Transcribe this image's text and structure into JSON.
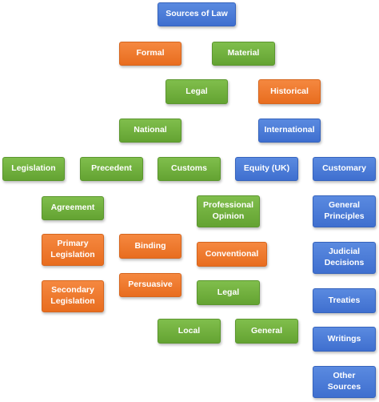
{
  "diagram": {
    "nodes": {
      "sources_of_law": {
        "label": "Sources of Law",
        "color": "blue"
      },
      "formal": {
        "label": "Formal",
        "color": "orange"
      },
      "material": {
        "label": "Material",
        "color": "green"
      },
      "legal_1": {
        "label": "Legal",
        "color": "green"
      },
      "historical": {
        "label": "Historical",
        "color": "orange"
      },
      "national": {
        "label": "National",
        "color": "green"
      },
      "international": {
        "label": "International",
        "color": "blue"
      },
      "legislation": {
        "label": "Legislation",
        "color": "green"
      },
      "precedent": {
        "label": "Precedent",
        "color": "green"
      },
      "customs": {
        "label": "Customs",
        "color": "green"
      },
      "equity_uk": {
        "label": "Equity (UK)",
        "color": "blue"
      },
      "customary": {
        "label": "Customary",
        "color": "blue"
      },
      "agreement": {
        "label": "Agreement",
        "color": "green"
      },
      "professional_opinion": {
        "label": "Professional\nOpinion",
        "color": "green"
      },
      "general_principles": {
        "label": "General\nPrinciples",
        "color": "blue"
      },
      "primary_legislation": {
        "label": "Primary\nLegislation",
        "color": "orange"
      },
      "binding": {
        "label": "Binding",
        "color": "orange"
      },
      "conventional": {
        "label": "Conventional",
        "color": "orange"
      },
      "judicial_decisions": {
        "label": "Judicial\nDecisions",
        "color": "blue"
      },
      "secondary_legislation": {
        "label": "Secondary\nLegislation",
        "color": "orange"
      },
      "persuasive": {
        "label": "Persuasive",
        "color": "orange"
      },
      "legal_2": {
        "label": "Legal",
        "color": "green"
      },
      "treaties": {
        "label": "Treaties",
        "color": "blue"
      },
      "local": {
        "label": "Local",
        "color": "green"
      },
      "general": {
        "label": "General",
        "color": "green"
      },
      "writings": {
        "label": "Writings",
        "color": "blue"
      },
      "other_sources": {
        "label": "Other\nSources",
        "color": "blue"
      }
    },
    "colors": {
      "blue": "#4472c4",
      "orange": "#ed7d31",
      "green": "#70ad47"
    }
  }
}
